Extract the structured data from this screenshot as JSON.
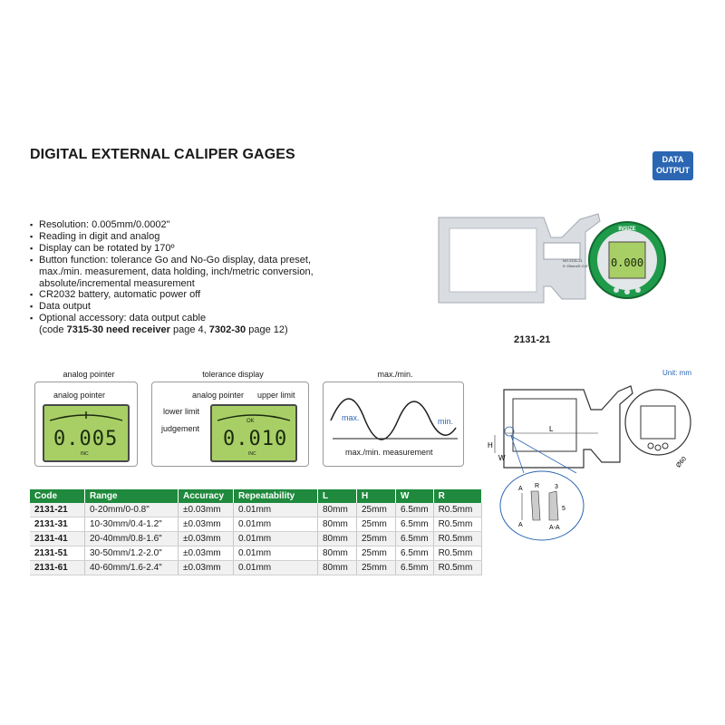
{
  "title": "DIGITAL EXTERNAL CALIPER GAGES",
  "badge": {
    "line1": "DATA",
    "line2": "OUTPUT"
  },
  "features": [
    "Resolution: 0.005mm/0.0002\"",
    "Reading in digit and analog",
    "Display can be rotated by 170º",
    "Button function: tolerance Go and No-Go display, data preset,",
    "max./min. measurement, data holding, inch/metric conversion,",
    "absolute/incremental measurement",
    "CR2032 battery, automatic power off",
    "Data output",
    "Optional accessory: data output cable"
  ],
  "accessory_line": {
    "prefix": "(code ",
    "code1": "7315-30 need receiver",
    "mid": " page 4, ",
    "code2": "7302-30",
    "suffix": " page 12)"
  },
  "model_label": "2131-21",
  "photo": {
    "brand": "INSIZE",
    "screen": "0.000",
    "small_text": "NO.2131-21",
    "range_text": "0~20mm/0~0.8\""
  },
  "panels": {
    "analog": {
      "caption": "analog pointer",
      "label": "analog pointer",
      "digits": "0.005",
      "unit": "INC"
    },
    "tolerance": {
      "caption": "tolerance display",
      "label_analog": "analog pointer",
      "label_upper": "upper limit",
      "label_lower": "lower limit",
      "label_judgement": "judgement",
      "digits": "0.010",
      "ok": "OK",
      "unit": "INC"
    },
    "maxmin": {
      "caption": "max./min.",
      "label_max": "max.",
      "label_min": "min.",
      "footer": "max./min. measurement"
    }
  },
  "unit_note": "Unit: mm",
  "drawing": {
    "L": "L",
    "H": "H",
    "W": "W",
    "diameter": "Ø60",
    "A": "A",
    "R": "R",
    "dim3": "3",
    "dim5": "5",
    "section": "A-A"
  },
  "table": {
    "headers": [
      "Code",
      "Range",
      "Accuracy",
      "Repeatability",
      "L",
      "H",
      "W",
      "R"
    ],
    "rows": [
      [
        "2131-21",
        "0-20mm/0-0.8\"",
        "±0.03mm",
        "0.01mm",
        "80mm",
        "25mm",
        "6.5mm",
        "R0.5mm"
      ],
      [
        "2131-31",
        "10-30mm/0.4-1.2\"",
        "±0.03mm",
        "0.01mm",
        "80mm",
        "25mm",
        "6.5mm",
        "R0.5mm"
      ],
      [
        "2131-41",
        "20-40mm/0.8-1.6\"",
        "±0.03mm",
        "0.01mm",
        "80mm",
        "25mm",
        "6.5mm",
        "R0.5mm"
      ],
      [
        "2131-51",
        "30-50mm/1.2-2.0\"",
        "±0.03mm",
        "0.01mm",
        "80mm",
        "25mm",
        "6.5mm",
        "R0.5mm"
      ],
      [
        "2131-61",
        "40-60mm/1.6-2.4\"",
        "±0.03mm",
        "0.01mm",
        "80mm",
        "25mm",
        "6.5mm",
        "R0.5mm"
      ]
    ]
  },
  "colors": {
    "accent_blue": "#2b66b3",
    "table_green": "#1f8a3d",
    "lcd_green": "#a8cf66",
    "dial_green": "#1e9a4a"
  }
}
